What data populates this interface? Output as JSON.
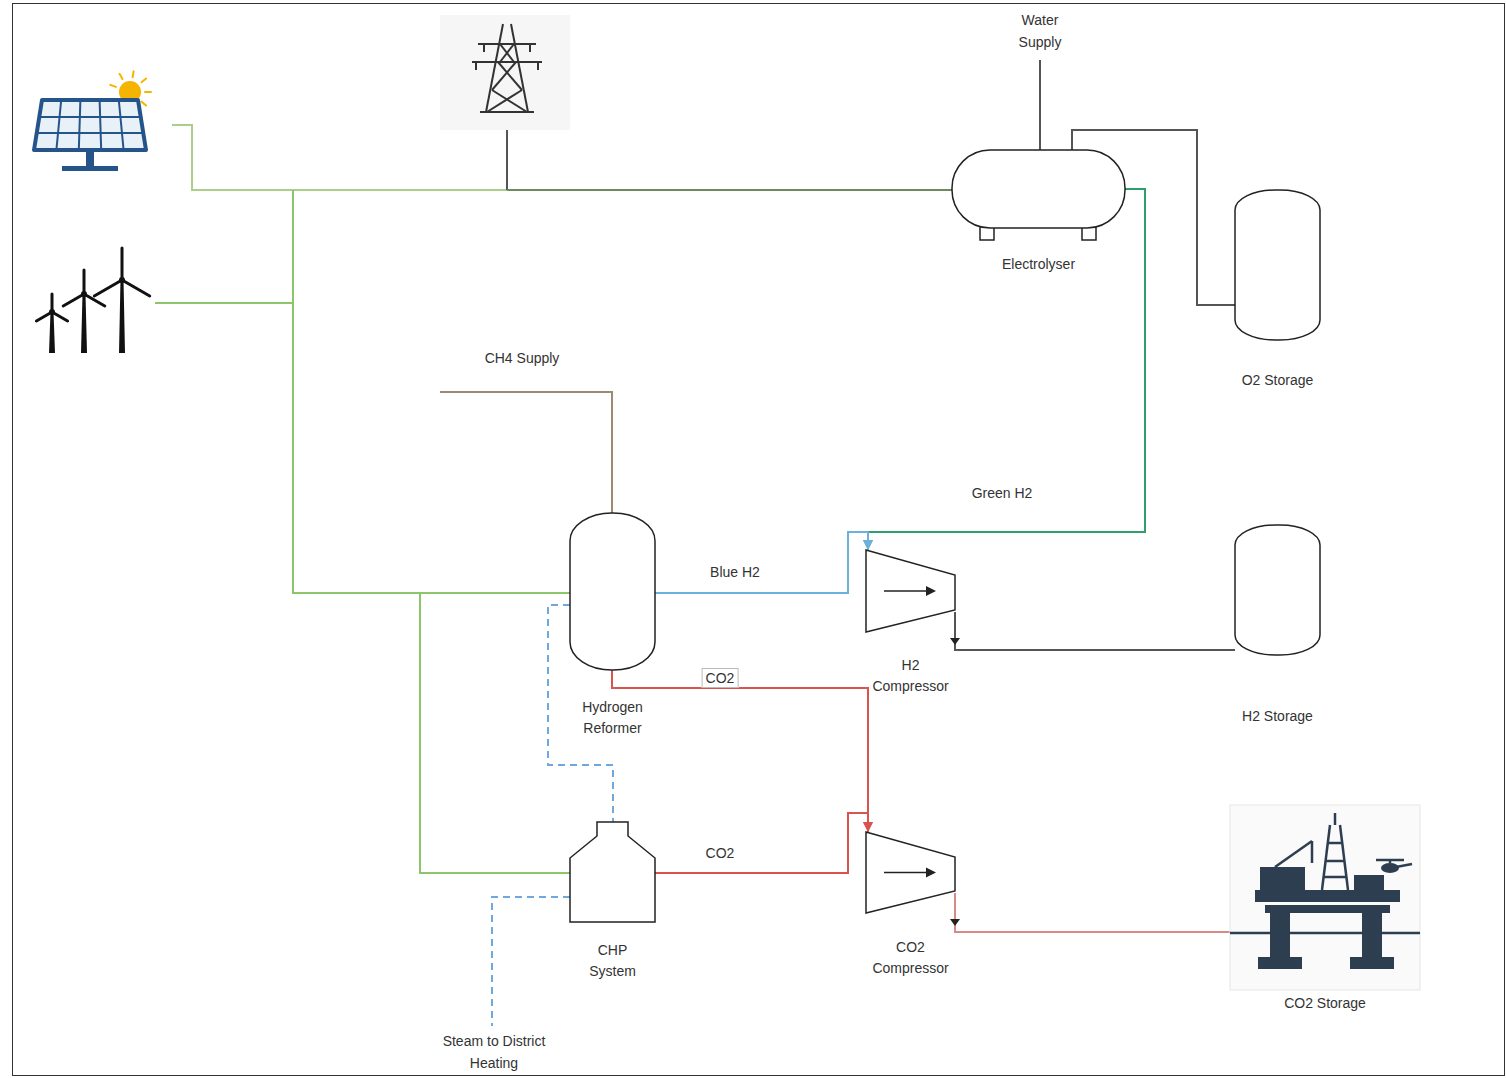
{
  "diagram": {
    "nodes": [
      {
        "text": [
          "Electrolyser"
        ]
      },
      {
        "text": [
          "O2 Storage"
        ]
      },
      {
        "text": [
          "Hydrogen Reformer"
        ]
      },
      {
        "text": [
          "H2 Compressor"
        ]
      },
      {
        "text": [
          "H2 Storage"
        ]
      },
      {
        "text": [
          "CHP System"
        ]
      },
      {
        "text": [
          "CO2 Compressor"
        ]
      },
      {
        "text": [
          "CO2 Storage"
        ]
      }
    ],
    "edges": [
      {
        "from": 0,
        "to": 1,
        "arrow": "none"
      },
      {
        "from": 0,
        "to": 3,
        "label": "Green H2",
        "arrow": "to"
      },
      {
        "from": 2,
        "to": 3,
        "label": "Blue H2",
        "arrow": "to"
      },
      {
        "from": 3,
        "to": 4,
        "arrow": "none"
      },
      {
        "from": 2,
        "to": 6,
        "label": "CO2",
        "arrow": "to"
      },
      {
        "from": 5,
        "to": 6,
        "label": "CO2",
        "arrow": "to"
      },
      {
        "from": 6,
        "to": 7,
        "arrow": "none"
      },
      {
        "from": 2,
        "to": 5,
        "arrow": "none"
      }
    ],
    "labels": [
      "Water Supply",
      "CH4 Supply",
      "Steam to District Heating"
    ]
  }
}
